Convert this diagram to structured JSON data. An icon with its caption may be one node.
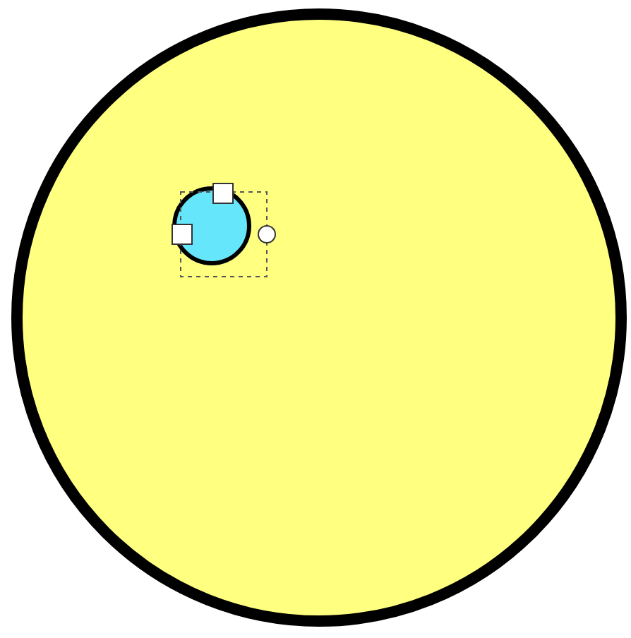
{
  "diagram": {
    "nodes": [
      {
        "text": [],
        "shape": "circle"
      },
      {
        "text": [],
        "shape": "circle",
        "in": 0
      }
    ]
  }
}
